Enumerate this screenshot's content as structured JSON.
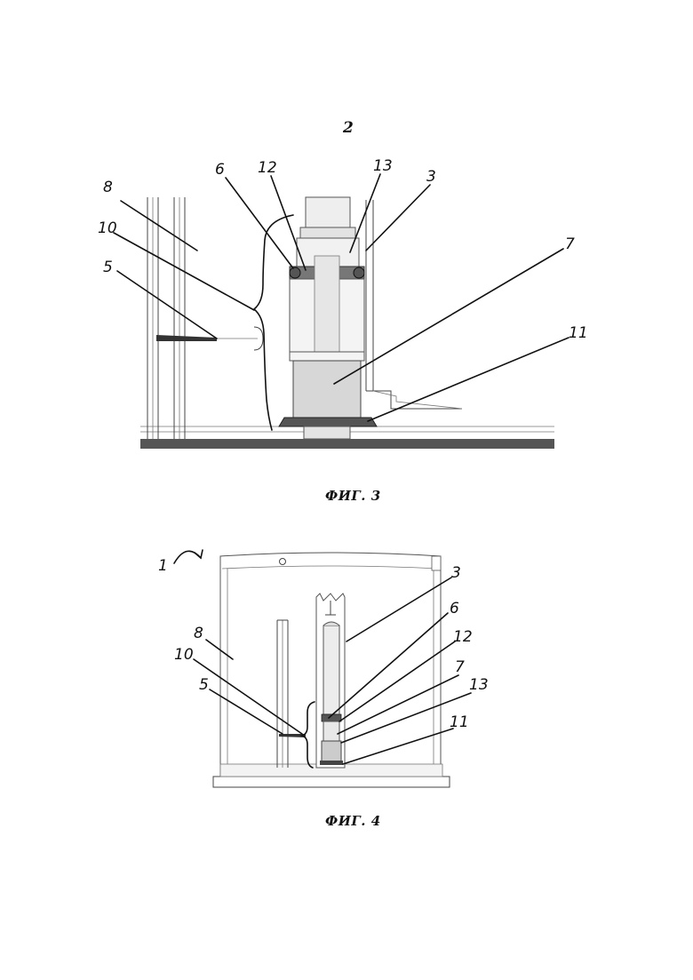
{
  "page_number": "2",
  "figure3": {
    "caption": "ФИГ. 3",
    "labels": [
      "8",
      "10",
      "5",
      "6",
      "12",
      "13",
      "3",
      "7",
      "11"
    ]
  },
  "figure4": {
    "caption": "ФИГ. 4",
    "labels": [
      "1",
      "8",
      "10",
      "5",
      "3",
      "6",
      "12",
      "7",
      "13",
      "11"
    ]
  }
}
